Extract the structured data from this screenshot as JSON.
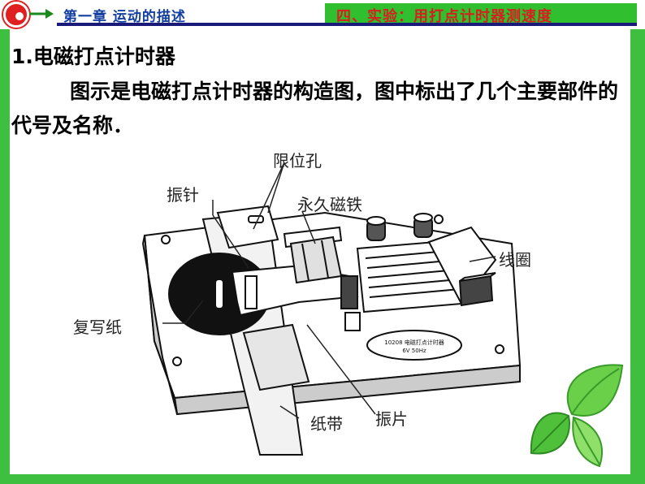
{
  "header": {
    "chapter": "第一章 运动的描述",
    "section": "四、实验：用打点计时器测速度"
  },
  "content": {
    "title": "1.电磁打点计时器",
    "description": "图示是电磁打点计时器的构造图，图中标出了几个主要部件的代号及名称．"
  },
  "diagram": {
    "labels": {
      "limit_hole": "限位孔",
      "vibration_needle": "振针",
      "permanent_magnet": "永久磁铁",
      "coil": "线圈",
      "carbon_paper": "复写纸",
      "vibration_plate": "振片",
      "paper_tape": "纸带"
    },
    "nameplate": "10208 电磁打点计时器 6V 50Hz"
  },
  "colors": {
    "frame_green": "#3fbf3f",
    "header_green": "#2fbf2f",
    "chapter_blue": "#123ea0",
    "section_red": "#d81e1e"
  }
}
